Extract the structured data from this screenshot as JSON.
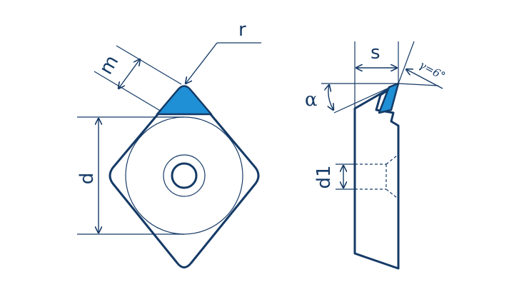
{
  "labels": {
    "r": "r",
    "m": "m",
    "d": "d",
    "s": "s",
    "alpha": "α",
    "gamma": "γ=6°",
    "d1": "d1"
  },
  "colors": {
    "line": "#153a66",
    "cutting_edge": "#1f8fd6",
    "background": "#ffffff"
  }
}
